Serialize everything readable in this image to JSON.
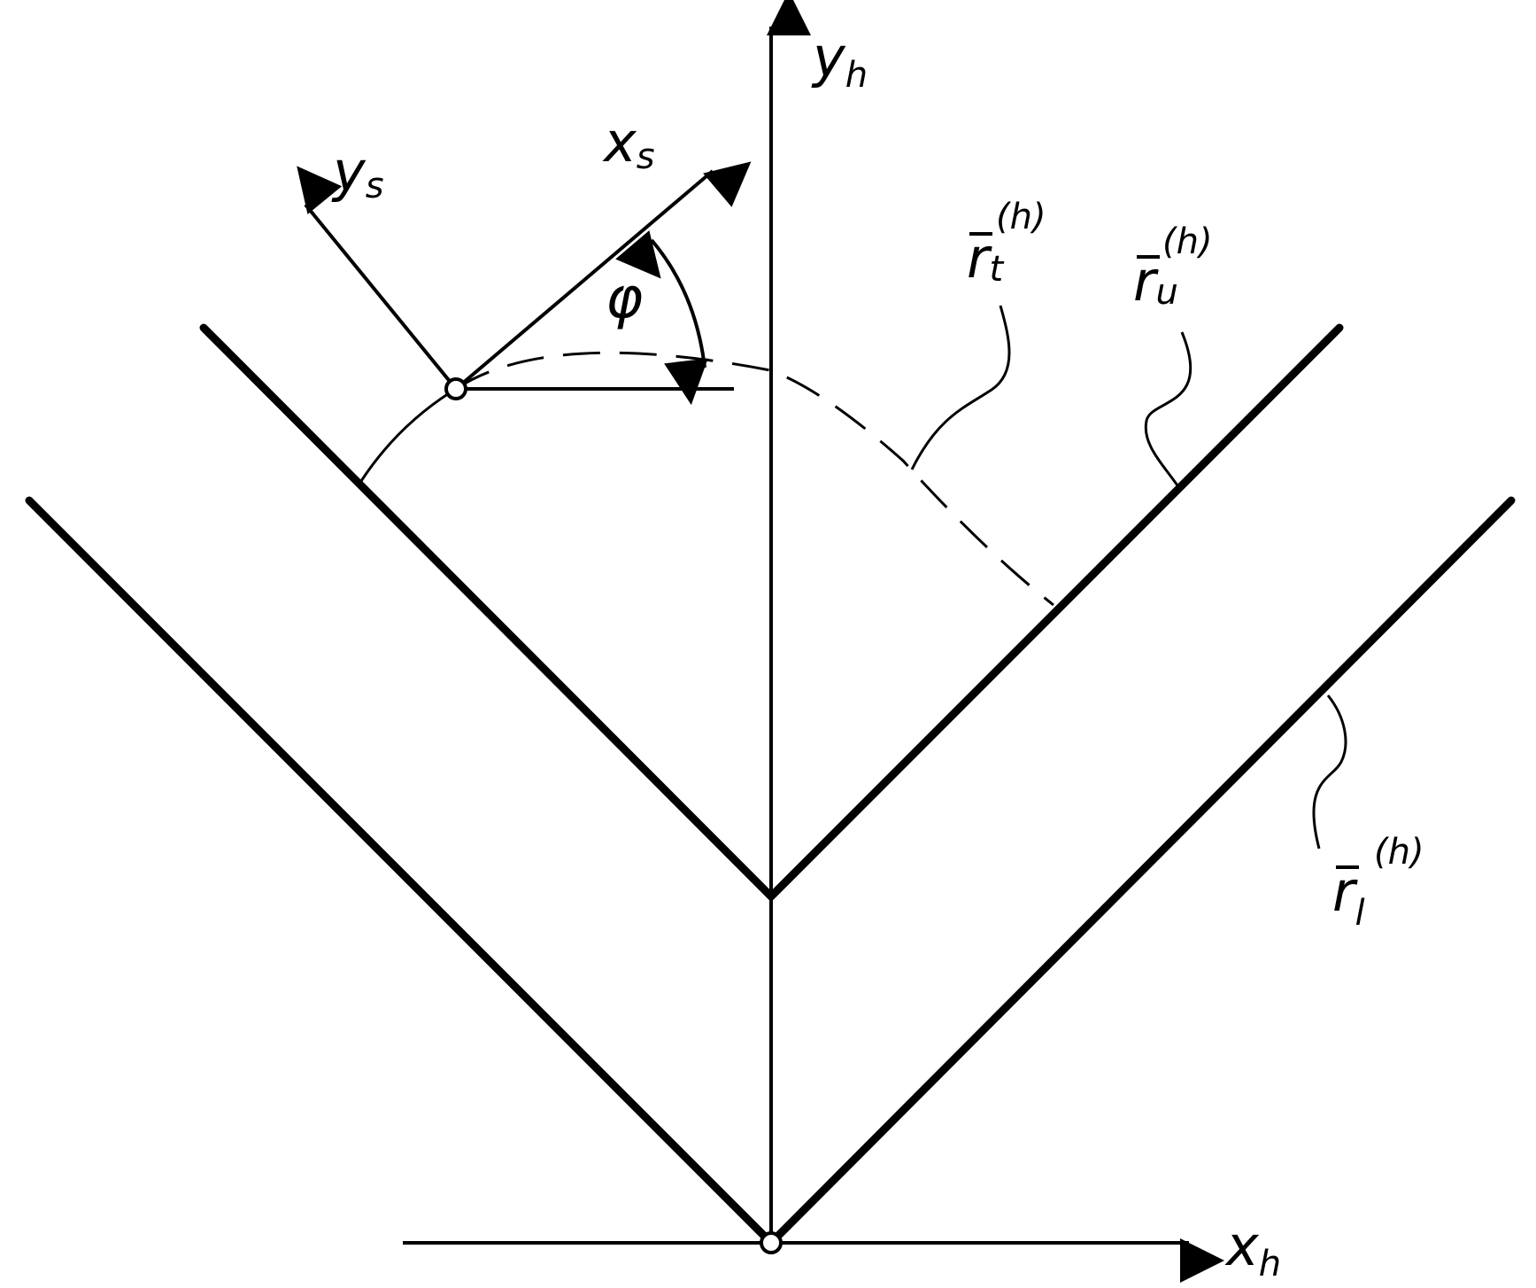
{
  "colors": {
    "stroke": "#000000",
    "background": "#ffffff"
  },
  "labels": {
    "y_h": {
      "base": "y",
      "sub": "h"
    },
    "x_h": {
      "base": "x",
      "sub": "h"
    },
    "y_s": {
      "base": "y",
      "sub": "s"
    },
    "x_s": {
      "base": "x",
      "sub": "s"
    },
    "phi": "φ",
    "r_t": {
      "base": "r",
      "sub": "t",
      "sup": "(h)"
    },
    "r_u": {
      "base": "r",
      "sub": "u",
      "sup": "(h)"
    },
    "r_l": {
      "base": "r",
      "sub": "l",
      "sup": "(h)"
    }
  }
}
